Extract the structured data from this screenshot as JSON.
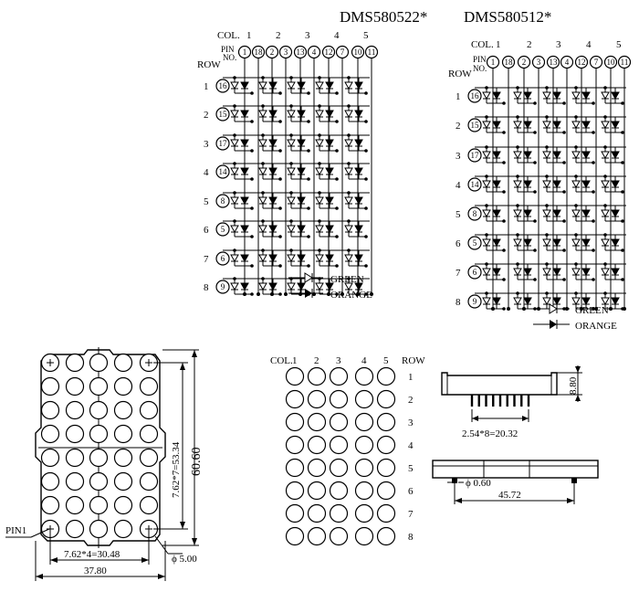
{
  "models": {
    "left": "DMS580522*",
    "right": "DMS580512*"
  },
  "schematic_labels": {
    "col": "COL.",
    "pin_top": "PIN",
    "pin_bottom": "NO.",
    "row": "ROW"
  },
  "columns": [
    "1",
    "2",
    "3",
    "4",
    "5"
  ],
  "column_pins": [
    [
      "1",
      "18"
    ],
    [
      "2",
      "3"
    ],
    [
      "13",
      "4"
    ],
    [
      "12",
      "7"
    ],
    [
      "10",
      "11"
    ]
  ],
  "rows": [
    "1",
    "2",
    "3",
    "4",
    "5",
    "6",
    "7",
    "8"
  ],
  "row_pins": [
    "16",
    "15",
    "17",
    "14",
    "8",
    "5",
    "6",
    "9"
  ],
  "legend": {
    "green": "GREEN",
    "orange": "ORANGE"
  },
  "front_view": {
    "height": "60.60",
    "width": "37.80",
    "row_pitch": "7.62*7=53.34",
    "col_pitch": "7.62*4=30.48",
    "diameter": "ϕ 5.00",
    "pin1": "PIN1"
  },
  "led_map": {
    "col": "COL.",
    "row": "ROW",
    "columns": [
      "1",
      "2",
      "3",
      "4",
      "5"
    ],
    "rows": [
      "1",
      "2",
      "3",
      "4",
      "5",
      "6",
      "7",
      "8"
    ]
  },
  "side_view": {
    "height": "8.80",
    "pin_pitch": "2.54*8=20.32"
  },
  "bottom_view": {
    "pin_dia": "ϕ 0.60",
    "width": "45.72"
  }
}
